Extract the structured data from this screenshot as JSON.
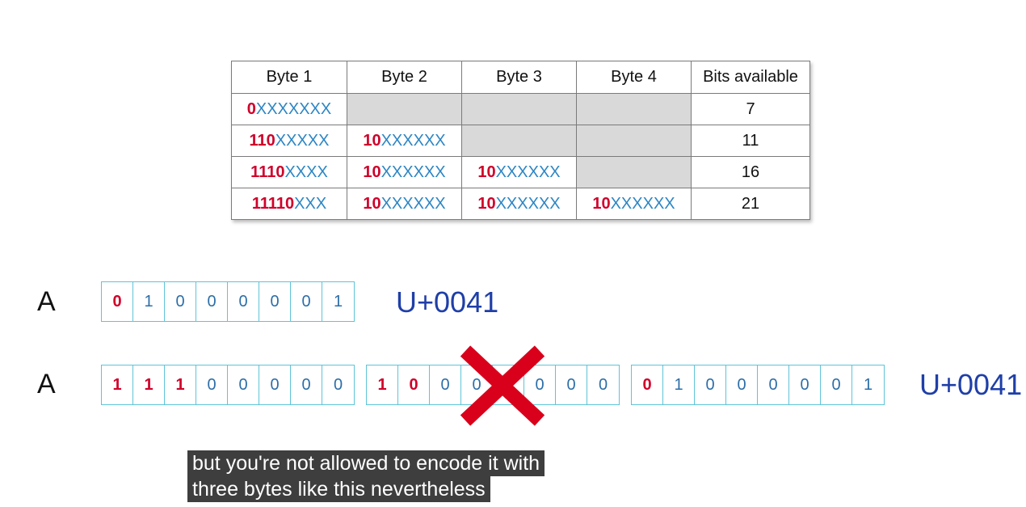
{
  "table": {
    "headers": [
      "Byte 1",
      "Byte 2",
      "Byte 3",
      "Byte 4",
      "Bits available"
    ],
    "rows": [
      {
        "cells": [
          {
            "prefix": "0",
            "xs": "XXXXXXX"
          },
          null,
          null,
          null
        ],
        "bits": "7"
      },
      {
        "cells": [
          {
            "prefix": "110",
            "xs": "XXXXX"
          },
          {
            "prefix": "10",
            "xs": "XXXXXX"
          },
          null,
          null
        ],
        "bits": "11"
      },
      {
        "cells": [
          {
            "prefix": "1110",
            "xs": "XXXX"
          },
          {
            "prefix": "10",
            "xs": "XXXXXX"
          },
          {
            "prefix": "10",
            "xs": "XXXXXX"
          },
          null
        ],
        "bits": "16"
      },
      {
        "cells": [
          {
            "prefix": "11110",
            "xs": "XXX"
          },
          {
            "prefix": "10",
            "xs": "XXXXXX"
          },
          {
            "prefix": "10",
            "xs": "XXXXXX"
          },
          {
            "prefix": "10",
            "xs": "XXXXXX"
          }
        ],
        "bits": "21"
      }
    ]
  },
  "row1": {
    "letter": "A",
    "bytes": [
      {
        "bits": [
          "0",
          "1",
          "0",
          "0",
          "0",
          "0",
          "0",
          "1"
        ],
        "highlight": [
          0
        ]
      }
    ],
    "codepoint": "U+0041"
  },
  "row2": {
    "letter": "A",
    "bytes": [
      {
        "bits": [
          "1",
          "1",
          "1",
          "0",
          "0",
          "0",
          "0",
          "0"
        ],
        "highlight": [
          0,
          1,
          2
        ]
      },
      {
        "bits": [
          "1",
          "0",
          "0",
          "0",
          "0",
          "0",
          "0",
          "0"
        ],
        "highlight": [
          0,
          1
        ]
      },
      {
        "bits": [
          "0",
          "1",
          "0",
          "0",
          "0",
          "0",
          "0",
          "1"
        ],
        "highlight": [
          0
        ]
      }
    ],
    "codepoint": "U+0041",
    "rejected": true
  },
  "caption": {
    "line1": "but you're not allowed to encode it with",
    "line2": "three bytes like this nevertheless"
  },
  "colors": {
    "prefix": "#d0002a",
    "x_bits": "#2c86c4",
    "box_border": "#5ec4d8",
    "codepoint": "#1f3fa8",
    "cross": "#d9001b"
  }
}
